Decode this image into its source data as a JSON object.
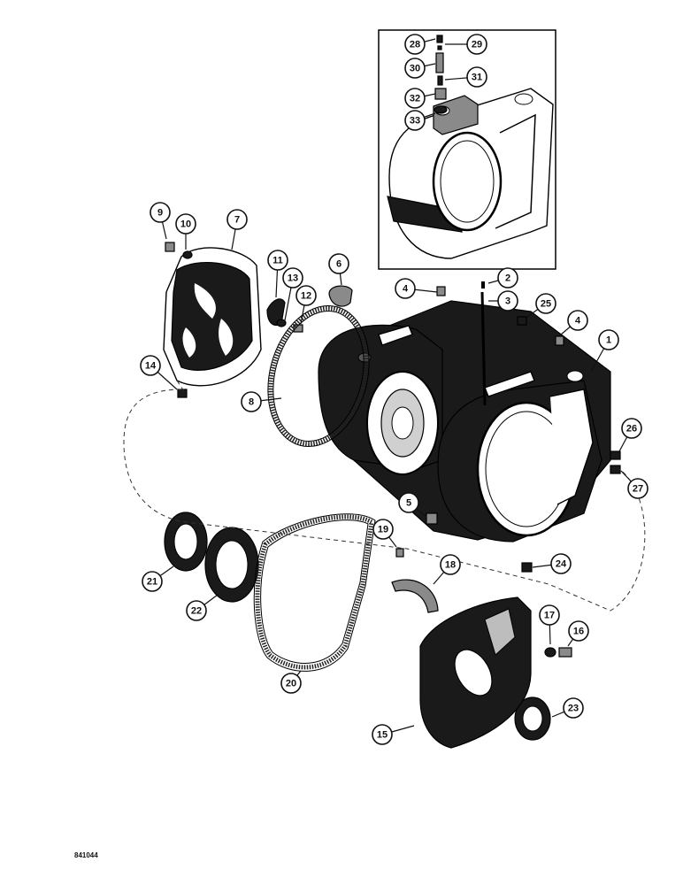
{
  "figure_code": "841044",
  "callouts": [
    {
      "id": "1",
      "label": "1"
    },
    {
      "id": "2",
      "label": "2"
    },
    {
      "id": "3",
      "label": "3"
    },
    {
      "id": "4a",
      "label": "4"
    },
    {
      "id": "4b",
      "label": "4"
    },
    {
      "id": "5",
      "label": "5"
    },
    {
      "id": "6",
      "label": "6"
    },
    {
      "id": "7",
      "label": "7"
    },
    {
      "id": "8",
      "label": "8"
    },
    {
      "id": "9",
      "label": "9"
    },
    {
      "id": "10",
      "label": "10"
    },
    {
      "id": "11",
      "label": "11"
    },
    {
      "id": "12",
      "label": "12"
    },
    {
      "id": "13",
      "label": "13"
    },
    {
      "id": "14",
      "label": "14"
    },
    {
      "id": "15",
      "label": "15"
    },
    {
      "id": "16",
      "label": "16"
    },
    {
      "id": "17",
      "label": "17"
    },
    {
      "id": "18",
      "label": "18"
    },
    {
      "id": "19",
      "label": "19"
    },
    {
      "id": "20",
      "label": "20"
    },
    {
      "id": "21",
      "label": "21"
    },
    {
      "id": "22",
      "label": "22"
    },
    {
      "id": "23",
      "label": "23"
    },
    {
      "id": "24",
      "label": "24"
    },
    {
      "id": "25",
      "label": "25"
    },
    {
      "id": "26",
      "label": "26"
    },
    {
      "id": "27",
      "label": "27"
    },
    {
      "id": "28",
      "label": "28"
    },
    {
      "id": "29",
      "label": "29"
    },
    {
      "id": "30",
      "label": "30"
    },
    {
      "id": "31",
      "label": "31"
    },
    {
      "id": "32",
      "label": "32"
    },
    {
      "id": "33",
      "label": "33"
    }
  ]
}
